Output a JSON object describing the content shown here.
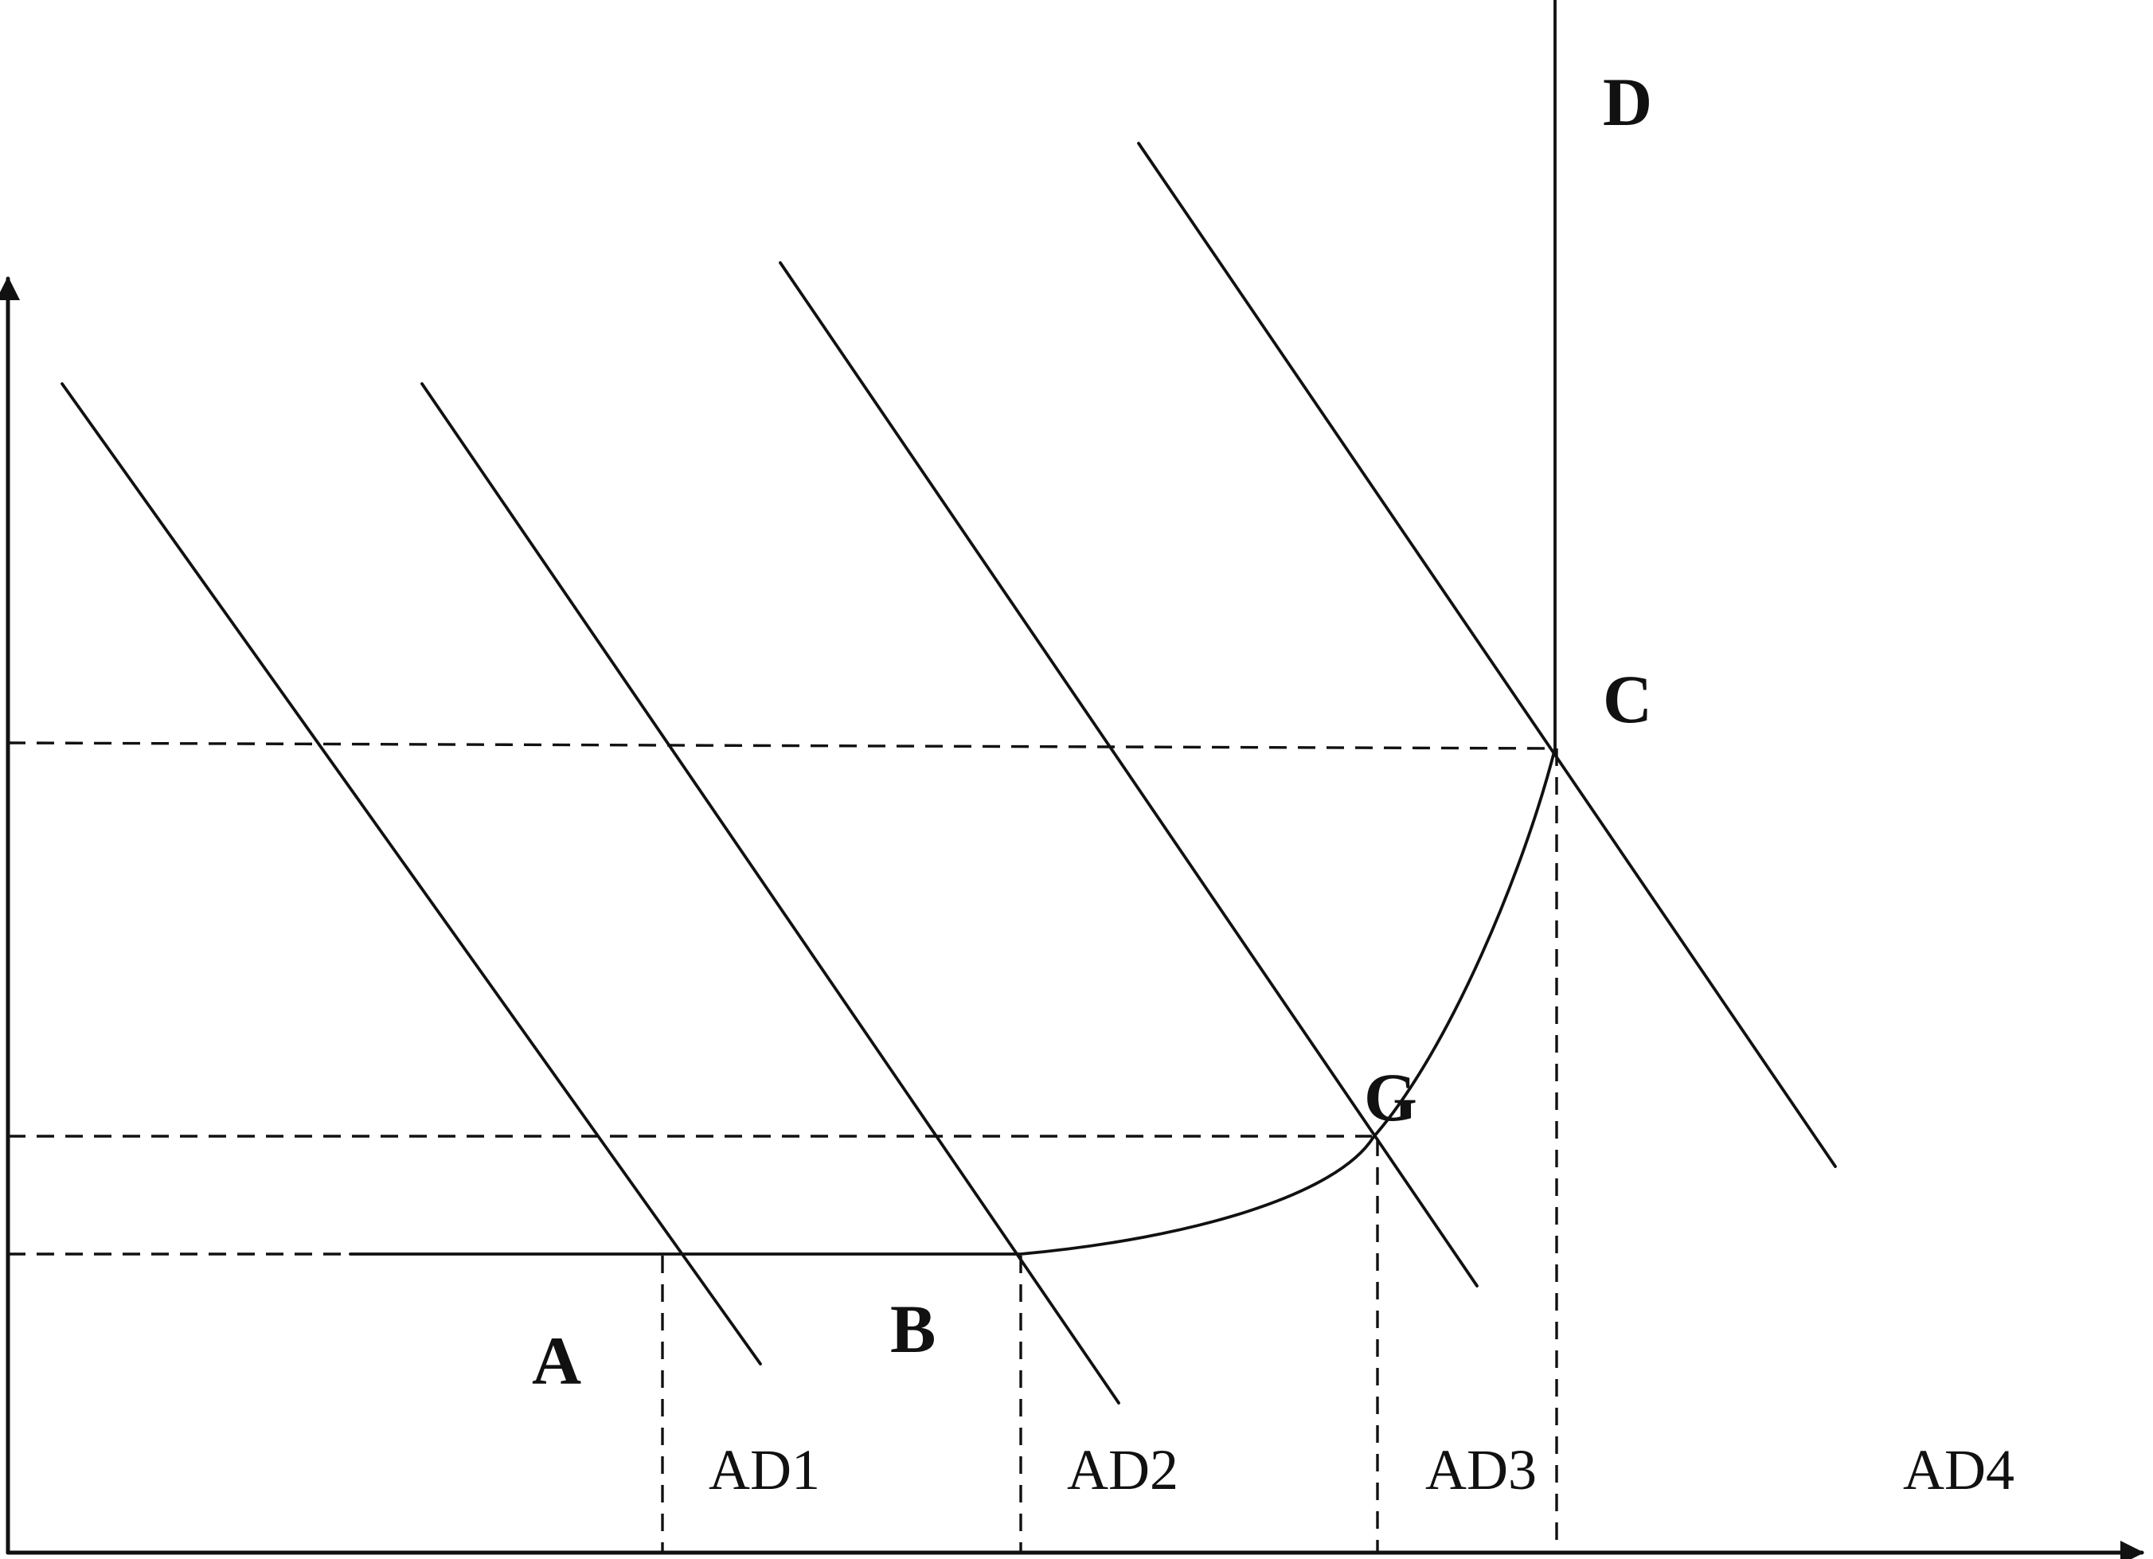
{
  "points": {
    "A": "A",
    "B": "B",
    "C": "C",
    "D": "D",
    "G": "G"
  },
  "curves": {
    "ad1": "AD1",
    "ad2": "AD2",
    "ad3": "AD3",
    "ad4": "AD4"
  }
}
